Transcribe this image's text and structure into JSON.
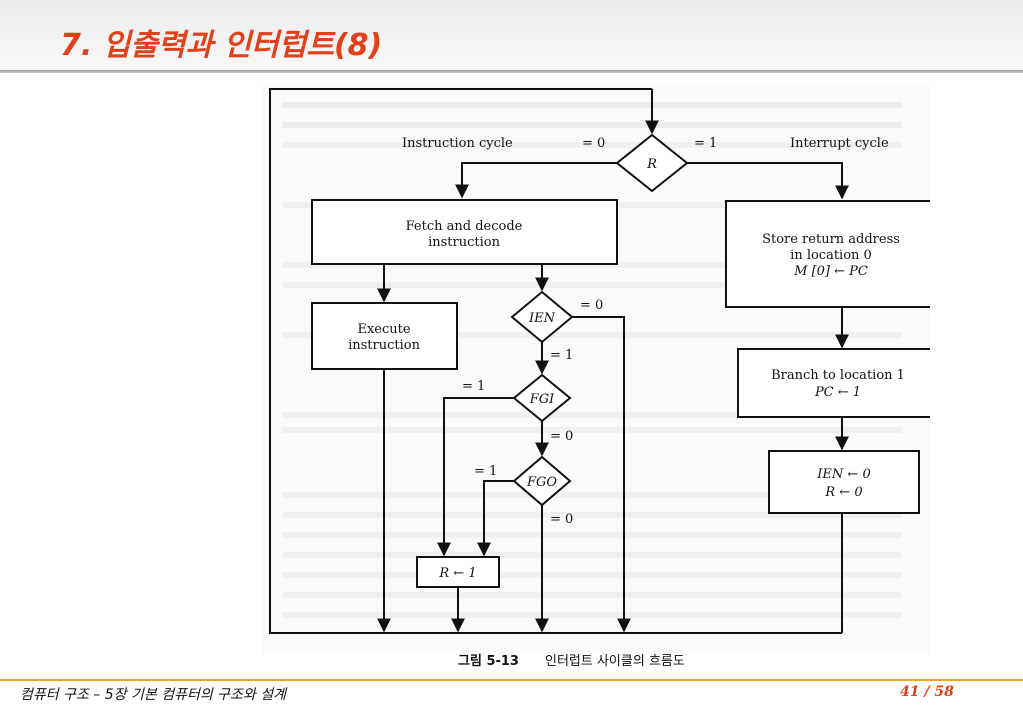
{
  "header": {
    "title": "7. 입출력과 인터럽트(8)"
  },
  "diagram": {
    "labels": {
      "instruction_cycle": "Instruction cycle",
      "interrupt_cycle": "Interrupt cycle",
      "r_decision": "R",
      "r_eq0": "= 0",
      "r_eq1": "= 1",
      "fetch_line1": "Fetch and decode",
      "fetch_line2": "instruction",
      "execute_line1": "Execute",
      "execute_line2": "instruction",
      "ien_decision": "IEN",
      "ien_eq0": "= 0",
      "ien_eq1": "= 1",
      "fgi_decision": "FGI",
      "fgi_eq1": "= 1",
      "fgi_eq0": "= 0",
      "fgo_decision": "FGO",
      "fgo_eq1": "= 1",
      "fgo_eq0": "= 0",
      "set_r": "R ← 1",
      "store_line1": "Store return address",
      "store_line2": "in location 0",
      "store_line3": "M [0] ← PC",
      "branch_line1": "Branch to location 1",
      "branch_line2": "PC ← 1",
      "clear_line1": "IEN ← 0",
      "clear_line2": "R ← 0"
    },
    "caption": {
      "figure_number": "그림 5-13",
      "figure_title": "인터럽트 사이클의 흐름도"
    }
  },
  "footer": {
    "course": "컴퓨터 구조 – 5장 기본 컴퓨터의 구조와 설계",
    "page_current": "41",
    "page_sep": "/",
    "page_total": "58"
  }
}
